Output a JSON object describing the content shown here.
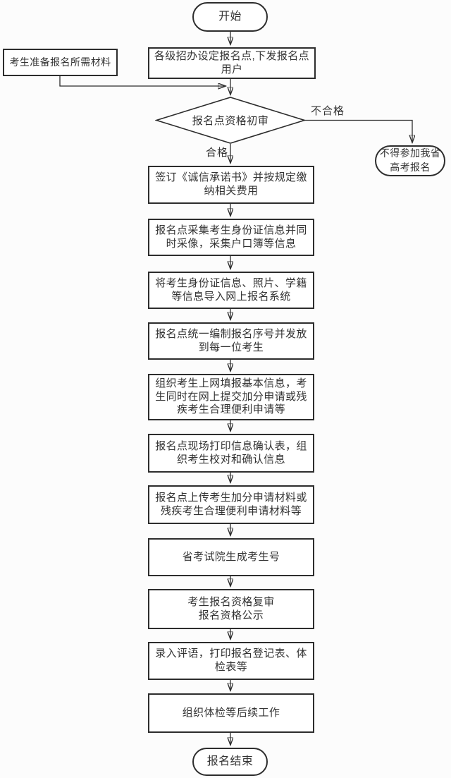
{
  "flowchart": {
    "start": {
      "label": "开始"
    },
    "prepare": {
      "label": "考生准备报名所需材料"
    },
    "setup": {
      "label": "各级招办设定报名点,下发报名点\n用户"
    },
    "decision": {
      "label": "报名点资格初审",
      "pass_label": "合格",
      "fail_label": "不合格"
    },
    "reject": {
      "label": "不得参加我省\n高考报名"
    },
    "steps": [
      {
        "label": "签订《诚信承诺书》并按规定缴\n纳相关费用"
      },
      {
        "label": "报名点采集考生身份证信息并同\n时采像，采集户口簿等信息"
      },
      {
        "label": "将考生身份证信息、照片、学籍\n等信息导入网上报名系统"
      },
      {
        "label": "报名点统一编制报名序号并发放\n到每一位考生"
      },
      {
        "label": "组织考生上网填报基本信息，考\n生同时在网上提交加分申请或残\n疾考生合理便利申请等"
      },
      {
        "label": "报名点现场打印信息确认表，组\n织考生校对和确认信息"
      },
      {
        "label": "报名点上传考生加分申请材料或\n残疾考生合理便利申请材料等"
      },
      {
        "label": "省考试院生成考生号"
      },
      {
        "label": "考生报名资格复审\n报名资格公示"
      },
      {
        "label": "录入评语，打印报名登记表、体\n检表等"
      },
      {
        "label": "组织体检等后续工作"
      }
    ],
    "end": {
      "label": "报名结束"
    }
  },
  "colors": {
    "line": "#2d2d2d",
    "text": "#333333",
    "node_fill": "#ffffff",
    "background": "#fcfcfc"
  }
}
